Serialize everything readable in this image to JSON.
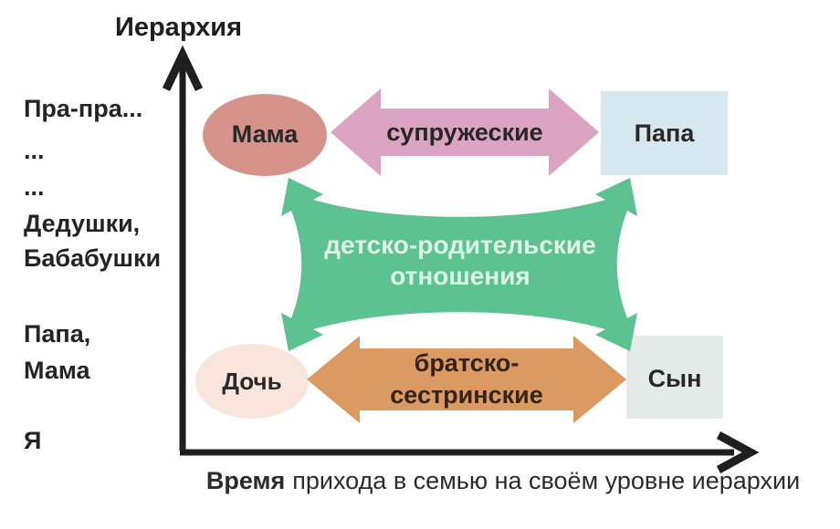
{
  "axes": {
    "y_title": "Иерархия",
    "x_title_bold": "Время",
    "x_title_rest": "прихода в семью на своём уровне иерархии",
    "color": "#1f1f1f",
    "y_ticks": [
      "Пра-пра...",
      "...",
      "...",
      "Дедушки,",
      "Бабабушки",
      "Папа,",
      "Мама",
      "Я"
    ]
  },
  "nodes": {
    "mama": {
      "label": "Мама",
      "shape": "ellipse",
      "fill": "#d6938b"
    },
    "papa": {
      "label": "Папа",
      "shape": "rectangle",
      "fill": "#d6e7ef"
    },
    "doch": {
      "label": "Дочь",
      "shape": "ellipse",
      "fill": "#f8e6dc"
    },
    "syn": {
      "label": "Сын",
      "shape": "rectangle",
      "fill": "#e3eae7"
    }
  },
  "relations": {
    "spousal": {
      "label": "супружеские",
      "fill": "#dba4c2"
    },
    "parent_child": {
      "line1": "детско-родительские",
      "line2": "отношения",
      "fill": "#5cc28f",
      "text_color": "#ddf4e7"
    },
    "sibling": {
      "line1": "братско-",
      "line2": "сестринские",
      "fill": "#dc9a63"
    }
  },
  "palette": {
    "background": "#ffffff",
    "dark_text": "#292929"
  }
}
